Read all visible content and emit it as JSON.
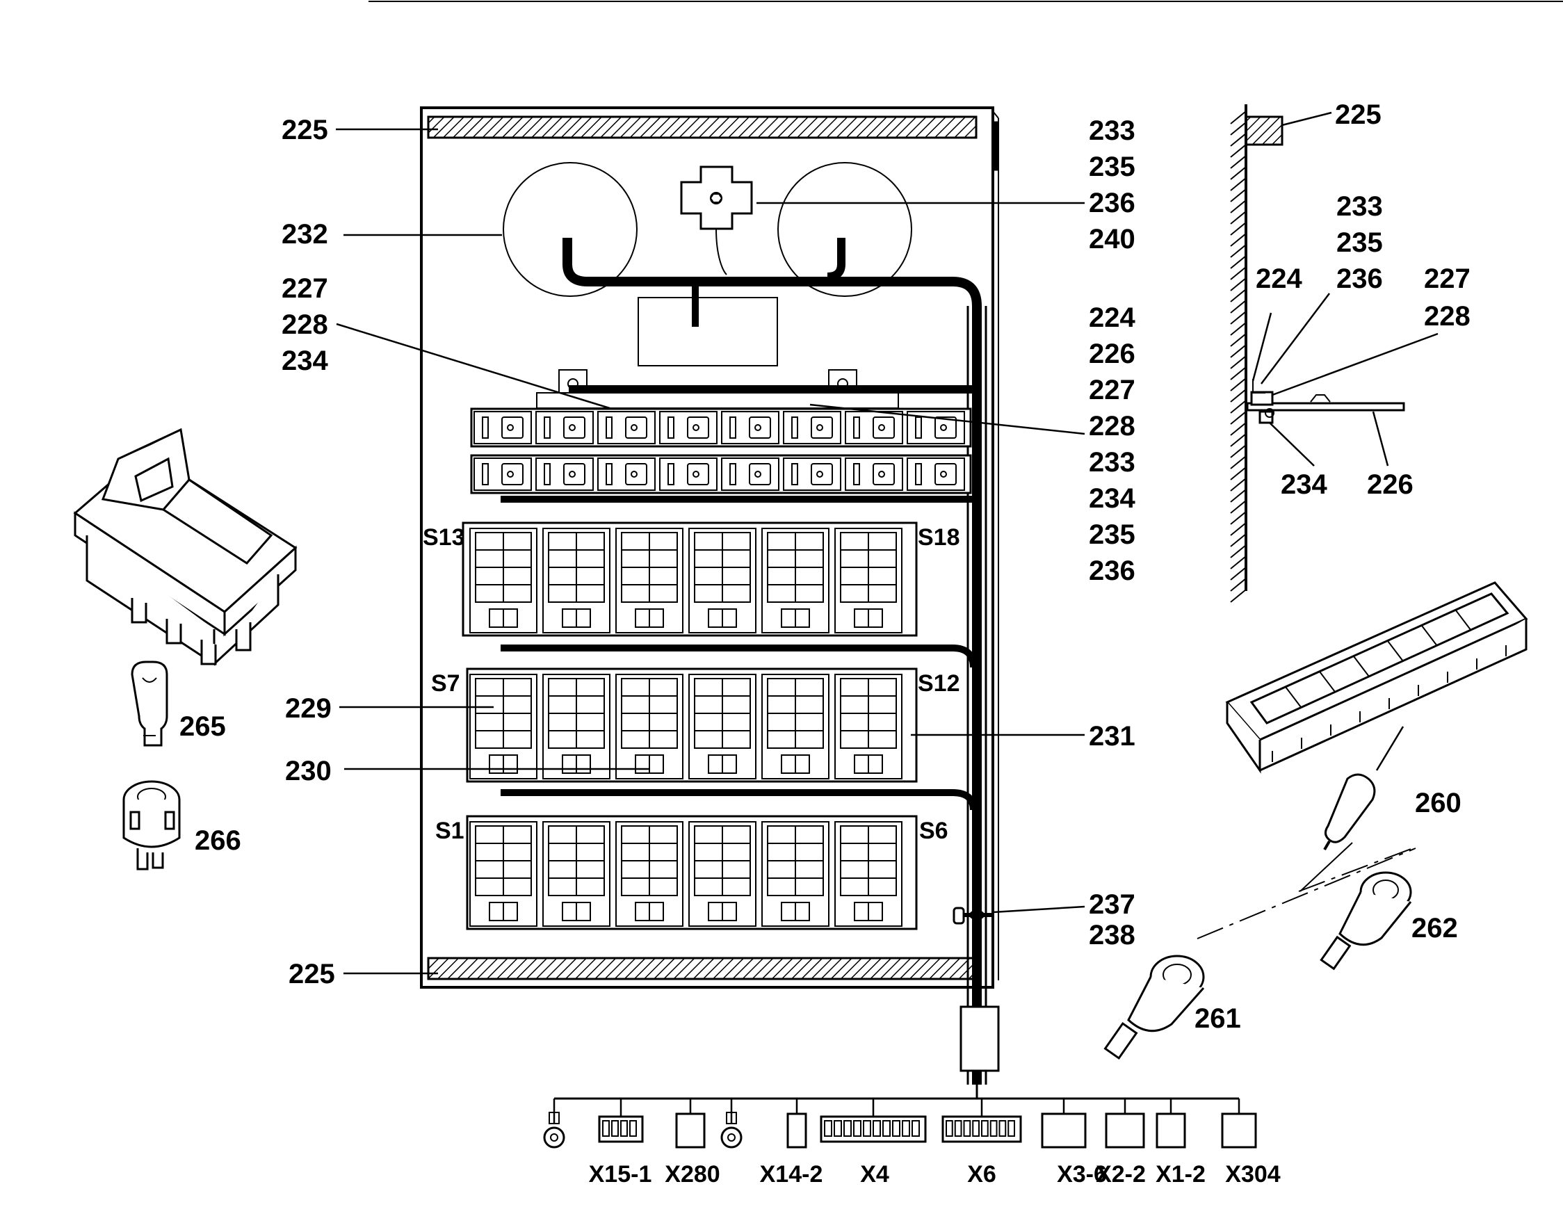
{
  "labels": {
    "l225_top": "225",
    "l225_bottom": "225",
    "l225_side": "225",
    "l232": "232",
    "l227_left": "227",
    "l228_left": "228",
    "l234_left": "234",
    "l229": "229",
    "l230": "230",
    "l265": "265",
    "l266": "266",
    "r1": [
      "233",
      "235",
      "236",
      "240"
    ],
    "r2": [
      "224",
      "226",
      "227",
      "228",
      "233",
      "234",
      "235",
      "236"
    ],
    "l231": "231",
    "l237": "237",
    "l238": "238",
    "side_stack": [
      "233",
      "235",
      "236"
    ],
    "side_224": "224",
    "side_227": "227",
    "side_228": "228",
    "side_234": "234",
    "side_226": "226",
    "l260": "260",
    "l261": "261",
    "l262": "262"
  },
  "slot_labels": {
    "s13": "S13",
    "s18": "S18",
    "s7": "S7",
    "s12": "S12",
    "s1": "S1",
    "s6": "S6"
  },
  "connectors": [
    "X15-1",
    "X280",
    "X14-2",
    "X4",
    "X6",
    "X3-6",
    "X2-2",
    "X1-2",
    "X304"
  ]
}
